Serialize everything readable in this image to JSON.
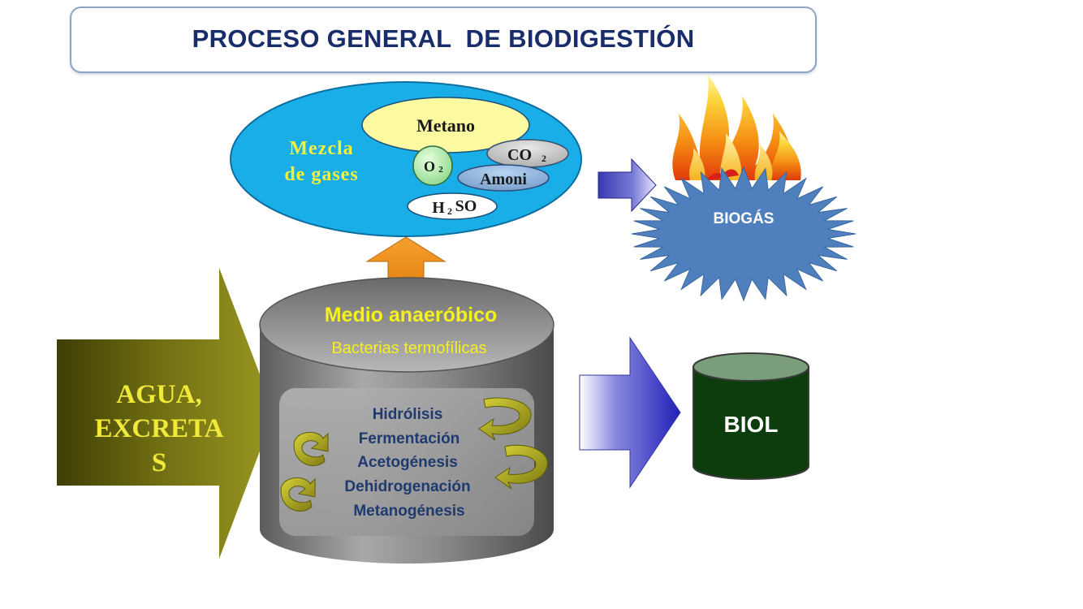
{
  "title": "PROCESO GENERAL  DE BIODIGESTIÓN",
  "gas_mixture": {
    "label_line1": "Mezcla",
    "label_line2": "de gases",
    "components": {
      "metano": "Metano",
      "co2_base": "CO",
      "co2_sub": "2",
      "o2_base": "O",
      "o2_sub": "2",
      "amoni": "Amoni",
      "h2s_a": "H",
      "h2s_sub": "2",
      "h2s_b": "SO"
    }
  },
  "biogas": {
    "label": "BIOGÁS"
  },
  "input": {
    "line1": "AGUA,",
    "line2": "EXCRETA",
    "line3": "S"
  },
  "digester": {
    "title": "Medio anaeróbico",
    "subtitle": "Bacterias termofílicas",
    "processes": [
      "Hidrólisis",
      "Fermentación",
      "Acetogénesis",
      "Dehidrogenación",
      "Metanogénesis"
    ]
  },
  "biol": {
    "label": "BIOL"
  },
  "colors": {
    "title_text": "#1a2d6b",
    "gas_ellipse": "#1aaee8",
    "gas_label": "#f2f23c",
    "metano_fill": "#fbfaa0",
    "biogas_star": "#4f80bd",
    "input_arrow": "#6b6a10",
    "input_text": "#f0e83a",
    "digester_gray": "#808080",
    "process_text": "#1f3a6e",
    "biol_tank": "#0d3d0d",
    "up_arrow": "#f7941d"
  }
}
